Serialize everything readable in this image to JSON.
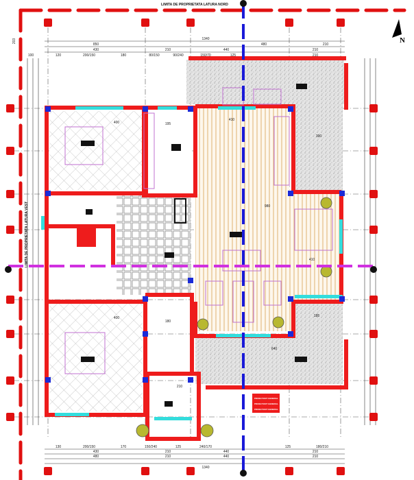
{
  "labels": {
    "north_limit": "LIMITA DE PROPRIETATA LATURA NORD",
    "west_limit": "LIMITA DE PROPRIETATA LATURA VEST",
    "north_arrow": "N"
  },
  "colors": {
    "property_line": "#e01010",
    "wall": "#ee1c1c",
    "section_line_vertical": "#1a1ad8",
    "section_line_horizontal": "#d030e0",
    "glazing": "#33dddd",
    "furniture": "#c070d0",
    "column": "#1a2ad8"
  },
  "dimensions": {
    "top_total": "1340",
    "top_row1": [
      "850",
      "480",
      "210"
    ],
    "top_row2": [
      "430",
      "210",
      "440",
      "210"
    ],
    "top_row3": [
      "120",
      "200/150",
      "180",
      "80/150",
      "90/240",
      "150/70",
      "125",
      "210"
    ],
    "bottom_row1": [
      "130",
      "200/150",
      "170",
      "150/240",
      "125",
      "240/170",
      "125",
      "180/210"
    ],
    "bottom_row2": [
      "430",
      "210",
      "440",
      "210"
    ],
    "bottom_row3": [
      "480",
      "210",
      "440",
      "210"
    ],
    "bottom_total": "1340",
    "side_offset": "100",
    "side_height": "203",
    "rooms": [
      "400",
      "195",
      "410",
      "390",
      "980",
      "410",
      "400",
      "180",
      "640",
      "185",
      "210"
    ]
  },
  "stamp_lines": [
    "PROIECTANT GENERAL",
    "PROIECTANT GENERAL",
    "PROIECTANT GENERAL"
  ]
}
